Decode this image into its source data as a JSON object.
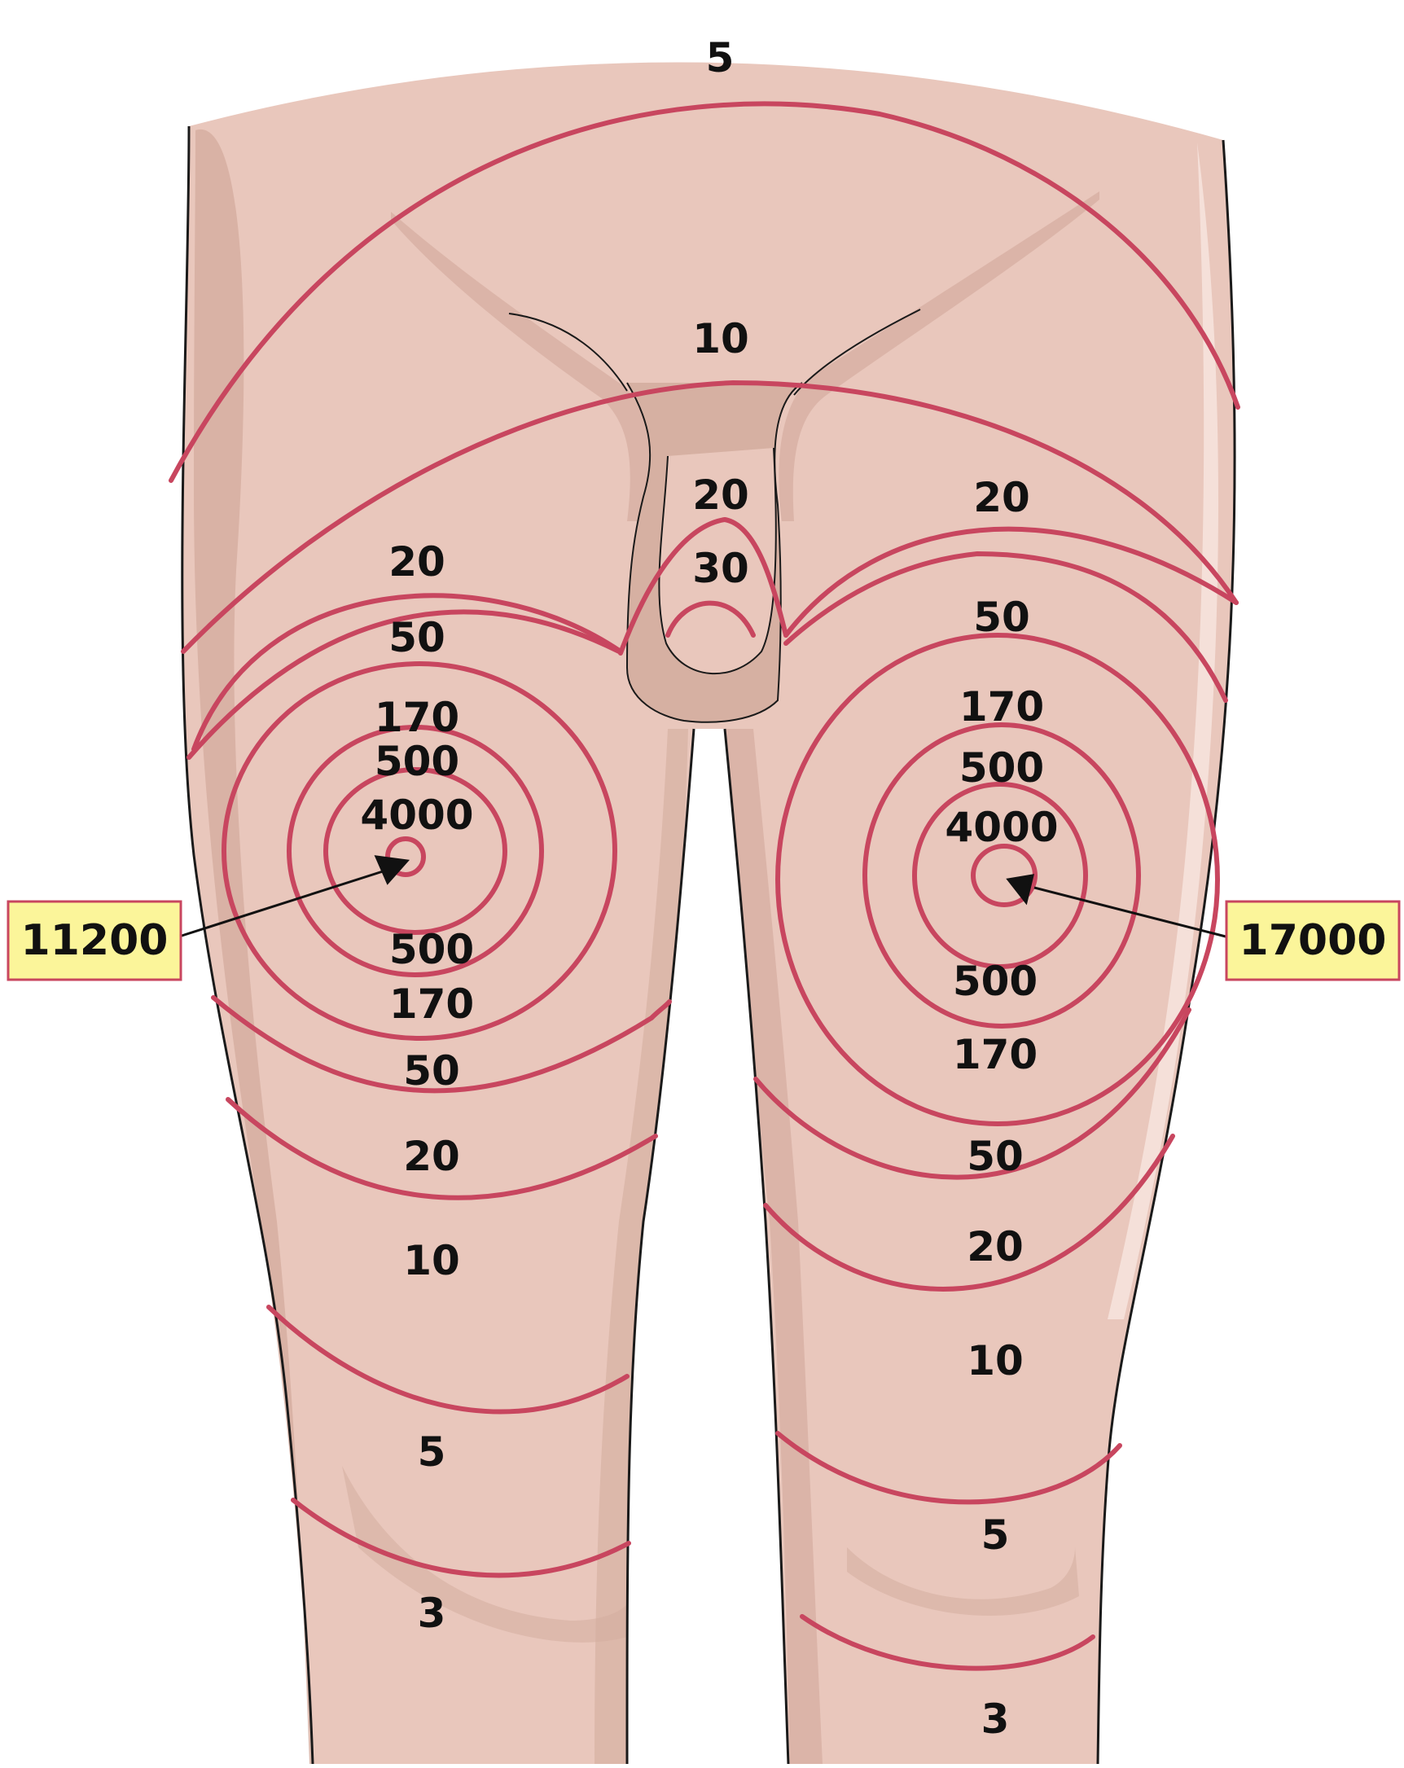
{
  "colors": {
    "background": "#ffffff",
    "skin": "#e9c7bc",
    "skin_shadow": "#d4ad9f",
    "skin_highlight": "#f6e2db",
    "isodose_line": "#c8465f",
    "outline": "#1a1a1a",
    "callout_fill": "#fbf59a",
    "callout_border": "#c8465f",
    "label_text": "#111111"
  },
  "icons": {
    "body": "posterior-thighs-and-buttocks-illustration"
  },
  "labels": {
    "top": {
      "outer": "5",
      "upper": "10",
      "scrotum_outer": "20",
      "scrotum_inner": "30"
    },
    "left": {
      "upper": [
        "20",
        "50",
        "170",
        "500",
        "4000"
      ],
      "lower": [
        "500",
        "170",
        "50",
        "20",
        "10",
        "5",
        "3"
      ]
    },
    "right": {
      "upper": [
        "20",
        "50",
        "170",
        "500",
        "4000"
      ],
      "lower": [
        "500",
        "170",
        "50",
        "20",
        "10",
        "5",
        "3"
      ]
    }
  },
  "callouts": {
    "left_peak": "11200",
    "right_peak": "17000"
  }
}
